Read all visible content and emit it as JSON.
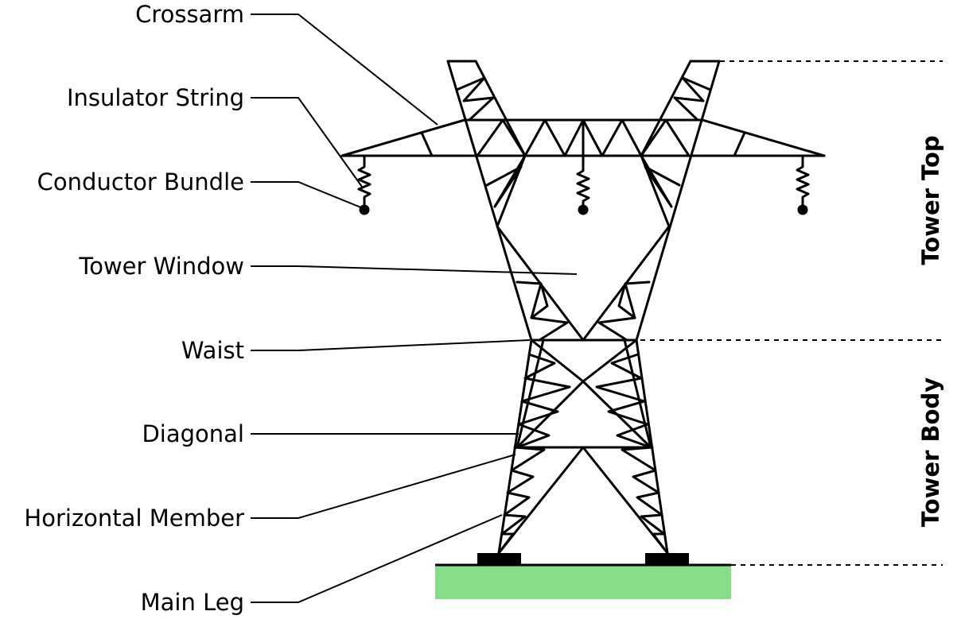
{
  "callouts": {
    "crossarm": "Crossarm",
    "insulator_string": "Insulator String",
    "conductor_bundle": "Conductor Bundle",
    "tower_window": "Tower Window",
    "waist": "Waist",
    "diagonal": "Diagonal",
    "horizontal_member": "Horizontal Member",
    "main_leg": "Main Leg"
  },
  "sections": {
    "tower_top": "Tower Top",
    "tower_body": "Tower Body"
  },
  "colors": {
    "ground": "#88dd88",
    "line": "#000000",
    "background": "#ffffff"
  }
}
